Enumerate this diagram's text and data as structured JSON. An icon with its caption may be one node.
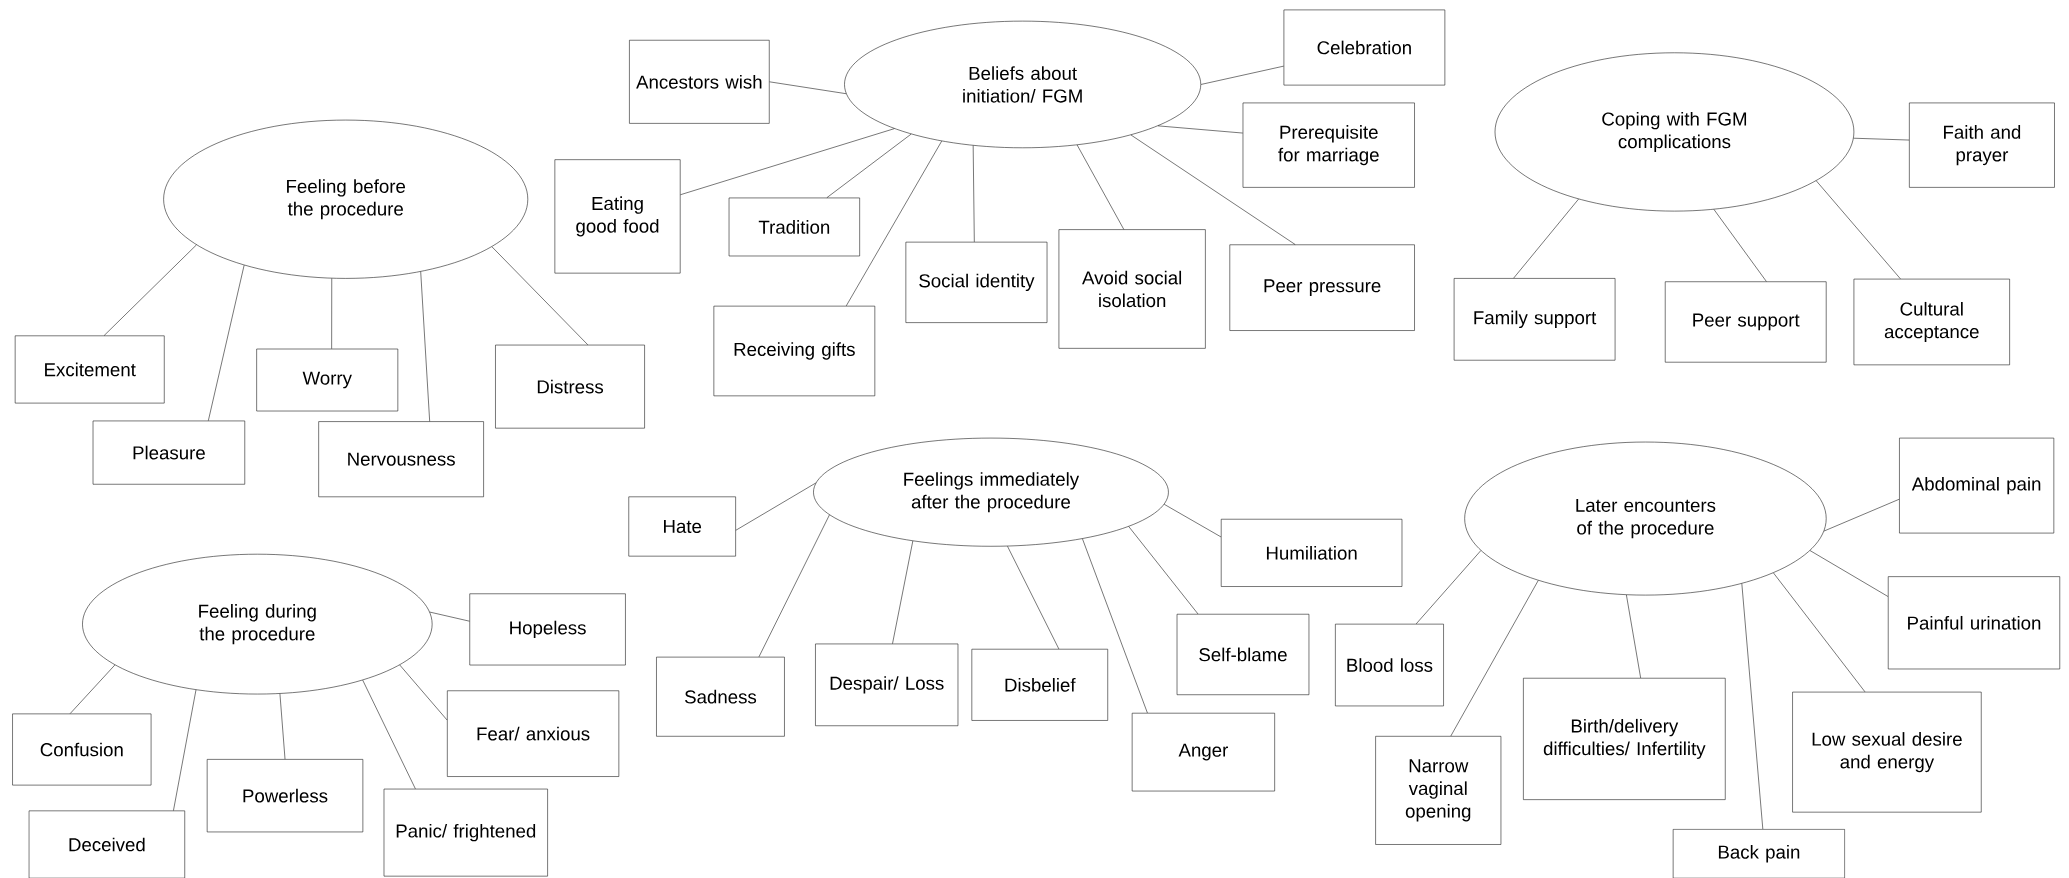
{
  "diagram": {
    "nodes": [
      {
        "text": [
          "Feeling before the procedure"
        ]
      },
      {
        "text": [
          "Excitement"
        ]
      },
      {
        "text": [
          "Pleasure"
        ]
      },
      {
        "text": [
          "Worry"
        ]
      },
      {
        "text": [
          "Nervousness"
        ]
      },
      {
        "text": [
          "Distress"
        ]
      },
      {
        "text": [
          "Beliefs about initiation/ FGM"
        ]
      },
      {
        "text": [
          "Ancestors wish"
        ]
      },
      {
        "text": [
          "Celebration"
        ]
      },
      {
        "text": [
          "Eating good food"
        ]
      },
      {
        "text": [
          "Tradition"
        ]
      },
      {
        "text": [
          "Prerequisite for marriage"
        ]
      },
      {
        "text": [
          "Social identity"
        ]
      },
      {
        "text": [
          "Avoid social isolation"
        ]
      },
      {
        "text": [
          "Receiving gifts"
        ]
      },
      {
        "text": [
          "Peer pressure"
        ]
      },
      {
        "text": [
          "Coping with FGM complications"
        ]
      },
      {
        "text": [
          "Faith and prayer"
        ]
      },
      {
        "text": [
          "Family support"
        ]
      },
      {
        "text": [
          "Peer support"
        ]
      },
      {
        "text": [
          "Cultural acceptance"
        ]
      },
      {
        "text": [
          "Feeling during the procedure"
        ]
      },
      {
        "text": [
          "Hopeless"
        ]
      },
      {
        "text": [
          "Confusion"
        ]
      },
      {
        "text": [
          "Fear/ anxious"
        ]
      },
      {
        "text": [
          "Powerless"
        ]
      },
      {
        "text": [
          "Panic/ frightened"
        ]
      },
      {
        "text": [
          "Deceived"
        ]
      },
      {
        "text": [
          "Feelings immediately after the procedure"
        ]
      },
      {
        "text": [
          "Hate"
        ]
      },
      {
        "text": [
          "Humiliation"
        ]
      },
      {
        "text": [
          "Sadness"
        ]
      },
      {
        "text": [
          "Despair/ Loss"
        ]
      },
      {
        "text": [
          "Disbelief"
        ]
      },
      {
        "text": [
          "Self-blame"
        ]
      },
      {
        "text": [
          "Anger"
        ]
      },
      {
        "text": [
          "Later encounters of the procedure"
        ]
      },
      {
        "text": [
          "Abdominal pain"
        ]
      },
      {
        "text": [
          "Blood loss"
        ]
      },
      {
        "text": [
          "Painful urination"
        ]
      },
      {
        "text": [
          "Narrow vaginal opening"
        ]
      },
      {
        "text": [
          "Birth/delivery difficulties/ Infertility"
        ]
      },
      {
        "text": [
          "Low sexual desire and energy"
        ]
      },
      {
        "text": [
          "Back pain"
        ]
      }
    ],
    "edges": [
      {
        "from": 0,
        "to": 1,
        "arrow": "none"
      },
      {
        "from": 0,
        "to": 2,
        "arrow": "none"
      },
      {
        "from": 0,
        "to": 3,
        "arrow": "none"
      },
      {
        "from": 0,
        "to": 4,
        "arrow": "none"
      },
      {
        "from": 0,
        "to": 5,
        "arrow": "none"
      },
      {
        "from": 6,
        "to": 7,
        "arrow": "none"
      },
      {
        "from": 6,
        "to": 8,
        "arrow": "none"
      },
      {
        "from": 6,
        "to": 9,
        "arrow": "none"
      },
      {
        "from": 6,
        "to": 10,
        "arrow": "none"
      },
      {
        "from": 6,
        "to": 11,
        "arrow": "none"
      },
      {
        "from": 6,
        "to": 12,
        "arrow": "none"
      },
      {
        "from": 6,
        "to": 13,
        "arrow": "none"
      },
      {
        "from": 6,
        "to": 14,
        "arrow": "none"
      },
      {
        "from": 6,
        "to": 15,
        "arrow": "none"
      },
      {
        "from": 16,
        "to": 17,
        "arrow": "none"
      },
      {
        "from": 16,
        "to": 18,
        "arrow": "none"
      },
      {
        "from": 16,
        "to": 19,
        "arrow": "none"
      },
      {
        "from": 16,
        "to": 20,
        "arrow": "none"
      },
      {
        "from": 21,
        "to": 22,
        "arrow": "none"
      },
      {
        "from": 21,
        "to": 23,
        "arrow": "none"
      },
      {
        "from": 21,
        "to": 24,
        "arrow": "none"
      },
      {
        "from": 21,
        "to": 25,
        "arrow": "none"
      },
      {
        "from": 21,
        "to": 26,
        "arrow": "none"
      },
      {
        "from": 21,
        "to": 27,
        "arrow": "none"
      },
      {
        "from": 28,
        "to": 29,
        "arrow": "none"
      },
      {
        "from": 28,
        "to": 30,
        "arrow": "none"
      },
      {
        "from": 28,
        "to": 31,
        "arrow": "none"
      },
      {
        "from": 28,
        "to": 32,
        "arrow": "none"
      },
      {
        "from": 28,
        "to": 33,
        "arrow": "none"
      },
      {
        "from": 28,
        "to": 34,
        "arrow": "none"
      },
      {
        "from": 28,
        "to": 35,
        "arrow": "none"
      },
      {
        "from": 36,
        "to": 37,
        "arrow": "none"
      },
      {
        "from": 36,
        "to": 38,
        "arrow": "none"
      },
      {
        "from": 36,
        "to": 39,
        "arrow": "none"
      },
      {
        "from": 36,
        "to": 40,
        "arrow": "none"
      },
      {
        "from": 36,
        "to": 41,
        "arrow": "none"
      },
      {
        "from": 36,
        "to": 42,
        "arrow": "none"
      },
      {
        "from": 36,
        "to": 43,
        "arrow": "none"
      }
    ]
  }
}
